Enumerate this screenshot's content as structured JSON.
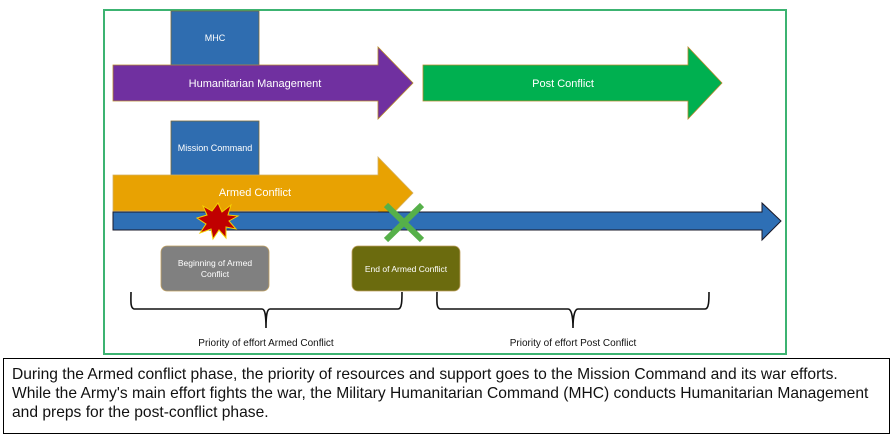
{
  "diagram": {
    "mhc_box": "MHC",
    "humanitarian_arrow": "Humanitarian Management",
    "post_conflict_arrow": "Post Conflict",
    "mission_command_box": "Mission Command",
    "armed_conflict_arrow": "Armed Conflict",
    "beginning_box_line1": "Beginning of Armed",
    "beginning_box_line2": "Conflict",
    "end_box": "End of Armed Conflict",
    "priority_armed": "Priority of effort Armed Conflict",
    "priority_post": "Priority of effort Post Conflict",
    "icons": {
      "beginning_marker": "explosion-starburst-icon",
      "end_marker": "x-mark-icon"
    },
    "colors": {
      "frame": "#3cb371",
      "box_blue": "#2f6db0",
      "purple": "#7030a0",
      "green": "#00b050",
      "orange": "#e8a202",
      "timeline_blue": "#2e6fb5",
      "gray_box": "#808080",
      "olive_box": "#6b6b0e",
      "starburst": "#c00000",
      "x_mark": "#56b04a"
    }
  },
  "caption": {
    "text": "During the Armed conflict phase, the priority of resources and support goes to the Mission Command and its war efforts.  While the Army's main effort fights the war, the Military Humanitarian Command (MHC) conducts Humanitarian Management and preps for the post-conflict phase."
  }
}
